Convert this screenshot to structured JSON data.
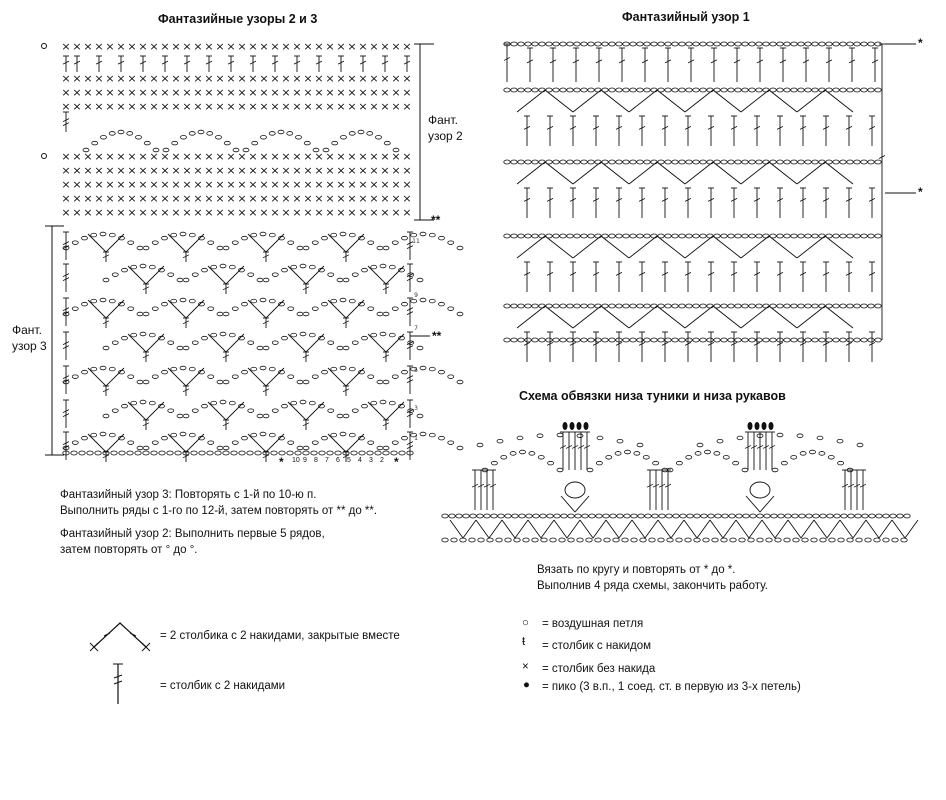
{
  "titles": {
    "patterns_2_3": "Фантазийные узоры 2 и 3",
    "pattern_1": "Фантазийный узор 1",
    "edging": "Схема обвязки низа туники и низа рукавов"
  },
  "labels": {
    "pattern2_a": "Фант.",
    "pattern2_b": "узор 2",
    "pattern3_a": "Фант.",
    "pattern3_b": "узор 3",
    "double_star": "**",
    "single_star": "*"
  },
  "bottom_numbers": [
    "10",
    "9",
    "8",
    "7",
    "6",
    "5",
    "4",
    "3",
    "2"
  ],
  "side_numbers": [
    "11",
    "9",
    "7",
    "5",
    "3",
    "1"
  ],
  "notes": {
    "pattern3_line1": "Фантазийный узор 3: Повторять с 1-й по 10-ю п.",
    "pattern3_line2": "Выполнить ряды с 1-го по 12-й, затем повторять от ** до **.",
    "pattern2_line1": "Фантазийный узор 2: Выполнить первые 5 рядов,",
    "pattern2_line2": "затем повторять от ° до °.",
    "edging_line1": "Вязать по кругу и повторять от * до *.",
    "edging_line2": "Выполнив 4 ряда схемы, закончить работу."
  },
  "legend_left": {
    "dc2tog": "= 2 столбика с 2 накидами, закрытые вместе",
    "tr": "= столбик с 2 накидами"
  },
  "legend_right": {
    "ch": "= воздушная петля",
    "dc": "= столбик с накидом",
    "sc": "= столбик без накида",
    "picot": "= пико (3 в.п., 1 соед. ст. в первую из 3-х петель)"
  }
}
